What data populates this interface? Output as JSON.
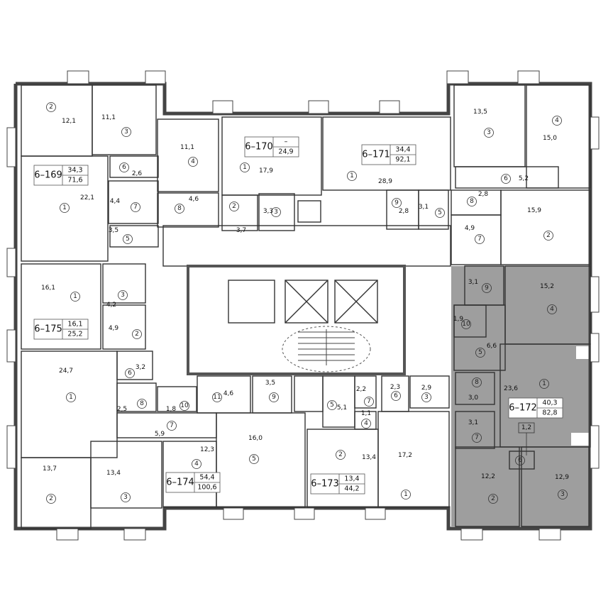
{
  "colors": {
    "highlighted_apartment": "#9e9e9e",
    "walls": "#333333",
    "background": "#ffffff"
  },
  "highlighted": "6–172",
  "apartments": [
    {
      "id": "6–169",
      "living": "34,3",
      "total": "71,6",
      "rooms": [
        {
          "num": "1",
          "area": "22,1"
        },
        {
          "num": "2",
          "area": "12,1"
        },
        {
          "num": "3",
          "area": "11,1"
        },
        {
          "num": "4",
          "area": "11,1"
        },
        {
          "num": "5",
          "area": "3,5"
        },
        {
          "num": "6",
          "area": "2,6"
        },
        {
          "num": "7",
          "area": "4,4"
        },
        {
          "num": "8",
          "area": "4,6"
        }
      ]
    },
    {
      "id": "6–170",
      "living": "–",
      "total": "24,9",
      "rooms": [
        {
          "num": "1",
          "area": "17,9"
        },
        {
          "num": "2",
          "area": "3,7"
        },
        {
          "num": "3",
          "area": "3,3"
        }
      ]
    },
    {
      "id": "6–171",
      "living": "34,4",
      "total": "92,1",
      "rooms": [
        {
          "num": "1",
          "area": "28,9"
        },
        {
          "num": "2",
          "area": "15,9"
        },
        {
          "num": "3",
          "area": "13,5"
        },
        {
          "num": "4",
          "area": "15,0"
        },
        {
          "num": "5",
          "area": "3,1"
        },
        {
          "num": "6",
          "area": "5,2"
        },
        {
          "num": "7",
          "area": "4,9"
        },
        {
          "num": "8",
          "area": "2,8"
        },
        {
          "num": "9",
          "area": "2,8"
        }
      ]
    },
    {
      "id": "6–175",
      "living": "16,1",
      "total": "25,2",
      "rooms": [
        {
          "num": "1",
          "area": "16,1"
        },
        {
          "num": "2",
          "area": "4,9"
        },
        {
          "num": "3",
          "area": "4,2"
        }
      ]
    },
    {
      "id": "6–174",
      "living": "54,4",
      "total": "100,6",
      "rooms": [
        {
          "num": "1",
          "area": "24,7"
        },
        {
          "num": "2",
          "area": "13,7"
        },
        {
          "num": "3",
          "area": "13,4"
        },
        {
          "num": "4",
          "area": "12,3"
        },
        {
          "num": "5",
          "area": "16,0"
        },
        {
          "num": "6",
          "area": "3,2"
        },
        {
          "num": "7",
          "area": "5,9"
        },
        {
          "num": "8",
          "area": "2,5"
        },
        {
          "num": "9",
          "area": "3,5"
        },
        {
          "num": "10",
          "area": "1,8"
        },
        {
          "num": "11",
          "area": "4,6"
        }
      ]
    },
    {
      "id": "6–173",
      "living": "13,4",
      "total": "44,2",
      "rooms": [
        {
          "num": "1",
          "area": "17,2"
        },
        {
          "num": "2",
          "area": "13,4"
        },
        {
          "num": "3",
          "area": "2,9"
        },
        {
          "num": "4",
          "area": "1,1"
        },
        {
          "num": "5",
          "area": "5,1"
        },
        {
          "num": "6",
          "area": "2,3"
        },
        {
          "num": "7",
          "area": "2,2"
        }
      ]
    },
    {
      "id": "6–172",
      "living": "40,3",
      "total": "82,8",
      "rooms": [
        {
          "num": "1",
          "area": "23,6"
        },
        {
          "num": "2",
          "area": "12,2"
        },
        {
          "num": "3",
          "area": "12,9"
        },
        {
          "num": "4",
          "area": "15,2"
        },
        {
          "num": "5",
          "area": "6,6"
        },
        {
          "num": "6",
          "area": "1,2"
        },
        {
          "num": "7",
          "area": "3,1"
        },
        {
          "num": "8",
          "area": "3,0"
        },
        {
          "num": "9",
          "area": "3,1"
        },
        {
          "num": "10",
          "area": "1,9"
        }
      ]
    }
  ]
}
